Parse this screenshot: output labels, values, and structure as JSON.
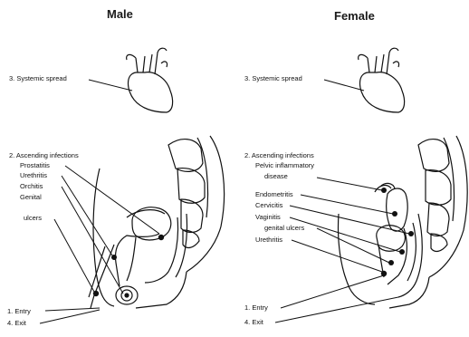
{
  "male": {
    "title": "Male",
    "labels": {
      "systemic": "3. Systemic spread",
      "ascending": "2. Ascending infections",
      "prostatitis": "Prostatitis",
      "urethritis": "Urethritis",
      "orchitis": "Orchitis",
      "genital": "Genital",
      "ulcers": "ulcers",
      "entry": "1. Entry",
      "exit": "4. Exit"
    }
  },
  "female": {
    "title": "Female",
    "labels": {
      "systemic": "3. Systemic spread",
      "ascending": "2. Ascending infections",
      "pid1": "Pelvic inflammatory",
      "pid2": "disease",
      "endometritis": "Endometritis",
      "cervicitis": "Cervicitis",
      "vaginitis": "Vaginitis",
      "genital_ulcers": "genital ulcers",
      "urethritis": "Urethritis",
      "entry": "1. Entry",
      "exit": "4. Exit"
    }
  }
}
